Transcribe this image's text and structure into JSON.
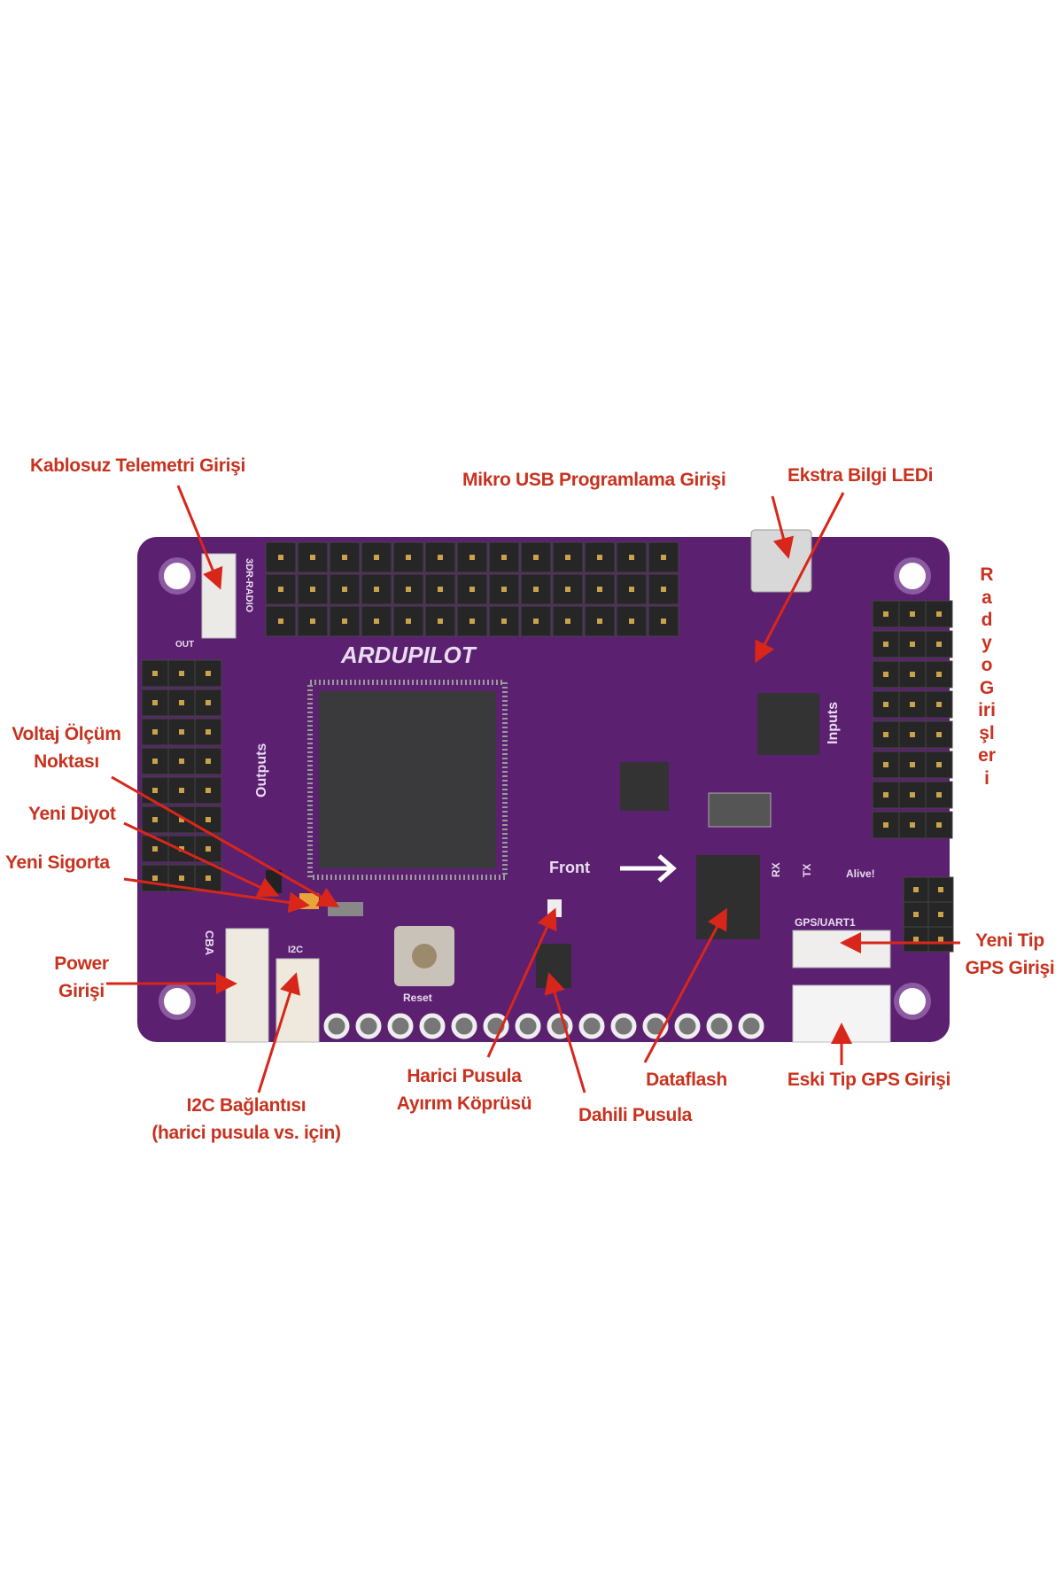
{
  "labels": {
    "telemetry": "Kablosuz Telemetri Girişi",
    "usb": "Mikro USB Programlama Girişi",
    "led": "Ekstra Bilgi LEDi",
    "radio": "Radyo Girişleri",
    "voltage_line1": "Voltaj Ölçüm",
    "voltage_line2": "Noktası",
    "diode": "Yeni Diyot",
    "fuse": "Yeni Sigorta",
    "power_line1": "Power",
    "power_line2": "Girişi",
    "new_gps_line1": "Yeni Tip",
    "new_gps_line2": "GPS Girişi",
    "i2c_line1": "I2C Bağlantısı",
    "i2c_line2": "(harici pusula vs. için)",
    "ext_compass_line1": "Harici Pusula",
    "ext_compass_line2": "Ayırım Köprüsü",
    "dataflash": "Dataflash",
    "int_compass": "Dahili Pusula",
    "old_gps": "Eski Tip GPS Girişi"
  },
  "board_silkscreen": {
    "logo": "ARDUPILOT",
    "front": "Front",
    "outputs": "Outputs",
    "inputs": "Inputs",
    "reset": "Reset",
    "gps_uart": "GPS/UART1",
    "alive": "Alive!",
    "rx": "RX",
    "tx": "TX",
    "radio": "3DR-RADIO",
    "i2c": "I2C",
    "out": "OUT",
    "cba": "CBA"
  },
  "colors": {
    "board": "#5b2070",
    "label": "#c8321e"
  }
}
